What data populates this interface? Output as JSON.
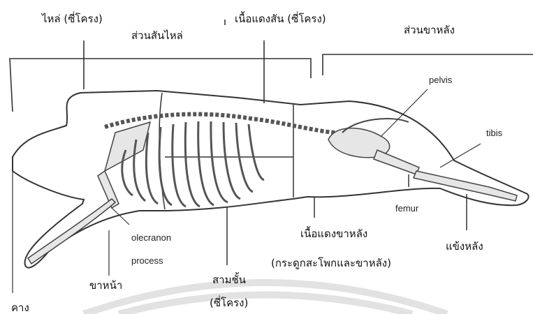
{
  "labels": {
    "shoulder_rib": "ไหล่ (ซี่โครง)",
    "shoulder_loin": "ส่วนสันไหล่",
    "loin_rib": "เนื้อแดงสัน (ซี่โครง)",
    "hind_part": "ส่วนขาหลัง",
    "pelvis": "pelvis",
    "tibis": "tibis",
    "femur": "femur",
    "olecranon": "olecranon",
    "process": "process",
    "hind_lean": "เนื้อแดงขาหลัง",
    "hind_lean_note": "(กระดูกสะโพกและขาหลัง)",
    "hind_shank": "แข้งหลัง",
    "fore_leg": "ขาหน้า",
    "belly": "สามชั้น",
    "belly_note": "(ซี่โครง)",
    "jowl": "คาง"
  }
}
